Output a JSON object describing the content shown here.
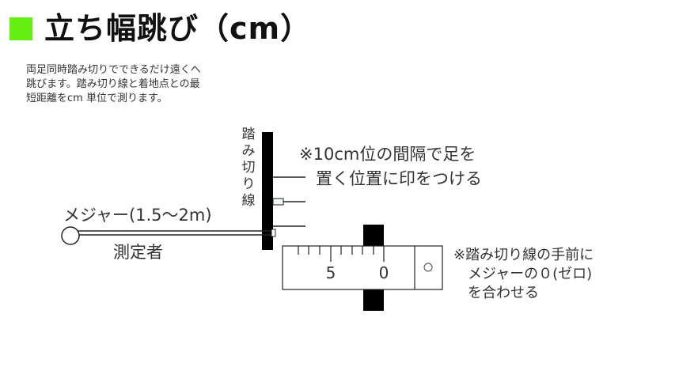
{
  "header": {
    "title": "立ち幅跳び（cm）",
    "accent_color": "#66ee11"
  },
  "description": {
    "lines": [
      "両足同時踏み切りでできるだけ遠くへ",
      "跳びます。踏み切り線と着地点との最",
      "短距離をcm 単位で測ります。"
    ]
  },
  "diagram": {
    "takeoff_line_label": [
      "踏",
      "み",
      "切",
      "り",
      "線"
    ],
    "note_marks": [
      "※10cm位の間隔で足を",
      "　置く位置に印をつける"
    ],
    "tape_label": "メジャー(1.5〜2m)",
    "measurer_label": "測定者",
    "ruler": {
      "tick_labels": [
        "5",
        "0"
      ]
    },
    "note_zero": [
      "※踏み切り線の手前に",
      "　メジャーの０(ゼロ)",
      "　を合わせる"
    ]
  }
}
